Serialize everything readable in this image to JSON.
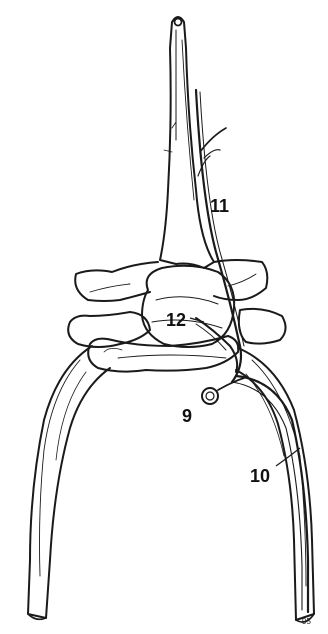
{
  "diagram": {
    "labels": {
      "n11": "11",
      "n12": "12",
      "n9": "9",
      "n10": "10"
    },
    "signature": "95"
  },
  "colors": {
    "ink": "#1a1a1a",
    "paper": "#ffffff"
  }
}
